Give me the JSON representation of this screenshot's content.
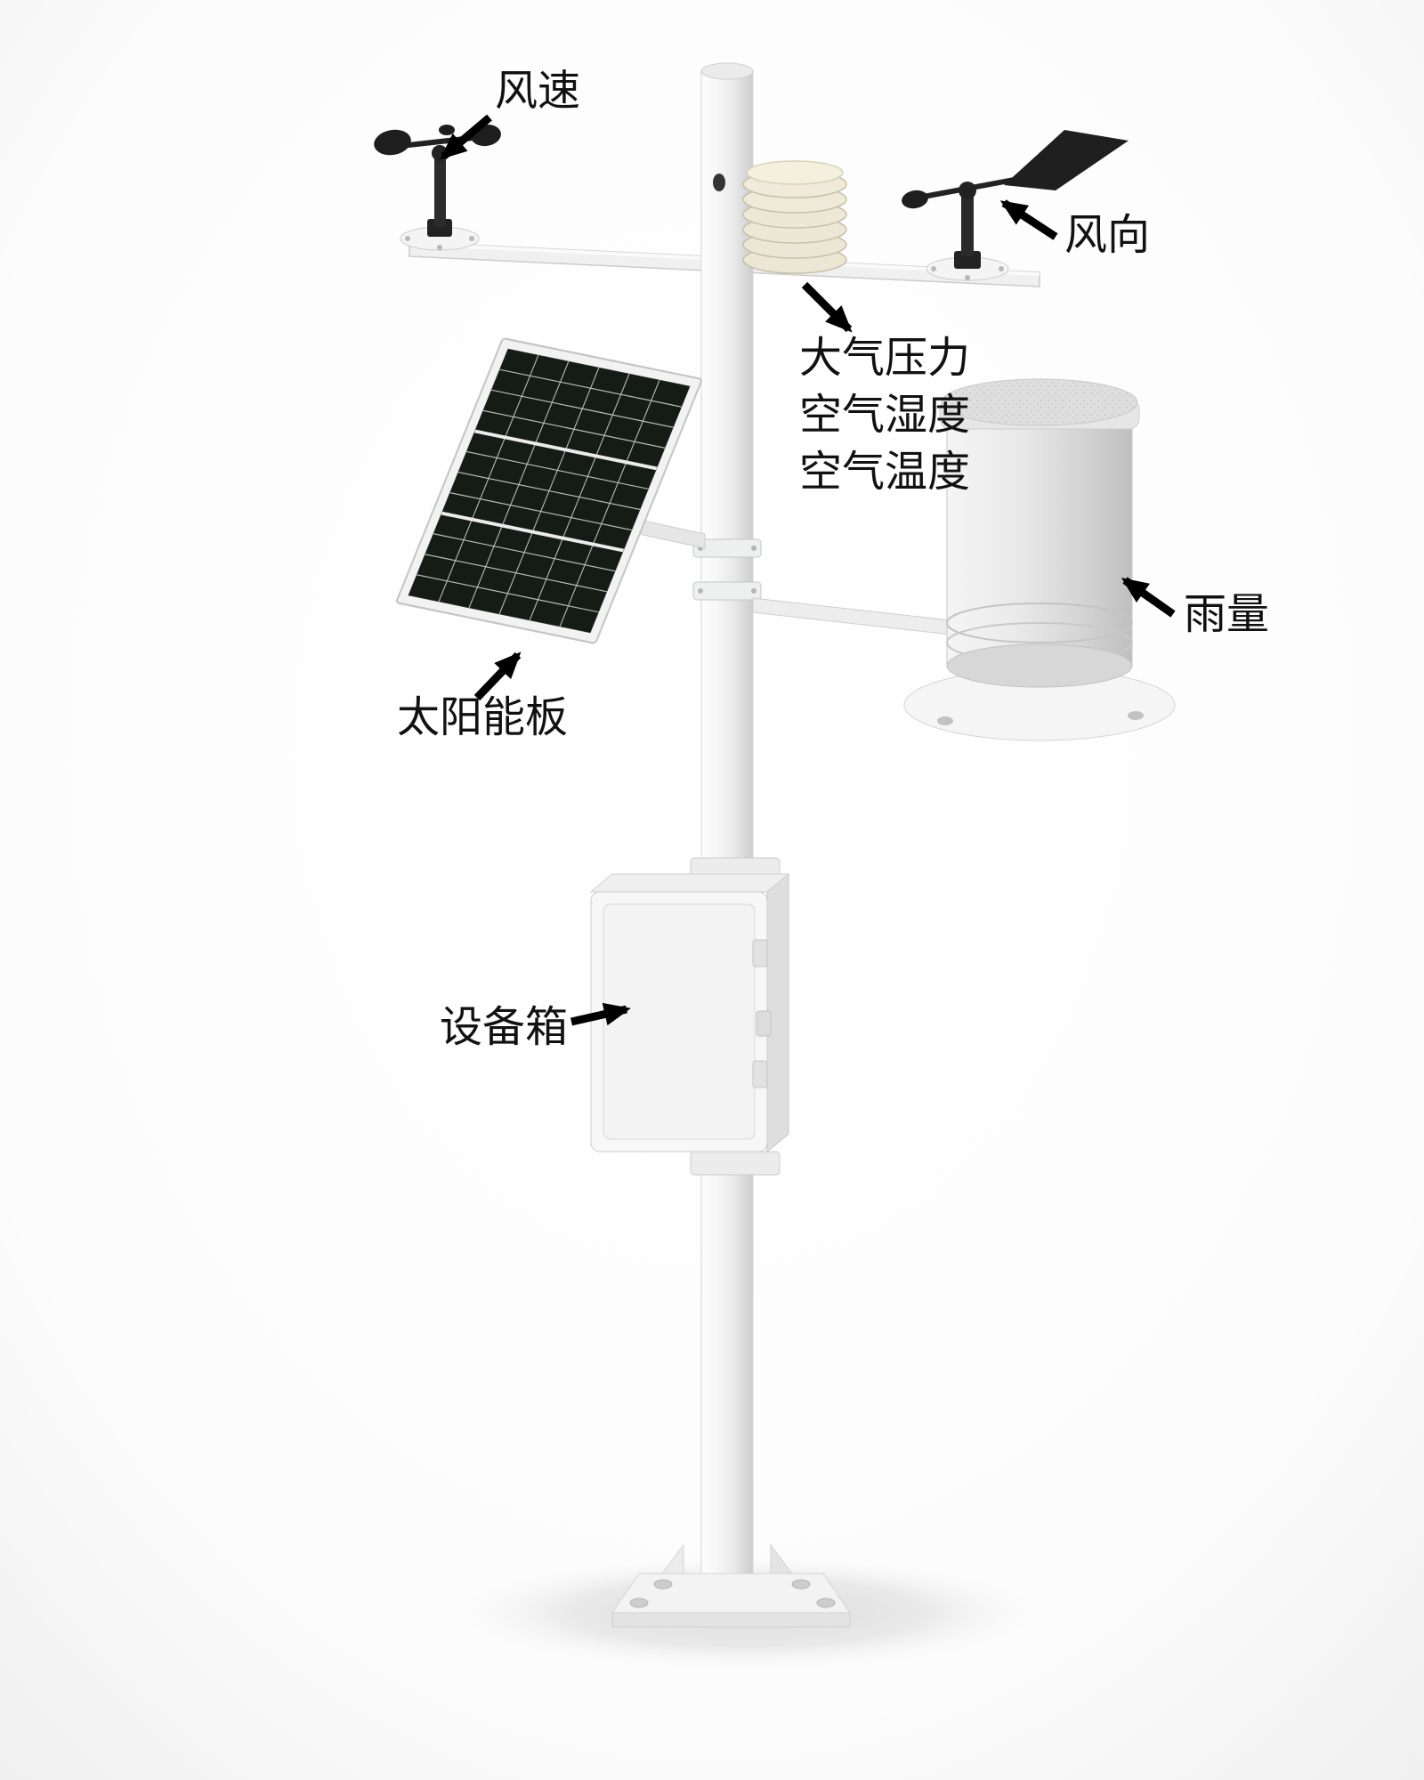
{
  "figure": {
    "kind": "weather-station-annotated-diagram"
  },
  "labels": {
    "wind_speed": "风速",
    "wind_direction": "风向",
    "atmo_group": {
      "line1": "大气压力",
      "line2": "空气湿度",
      "line3": "空气温度"
    },
    "rainfall": "雨量",
    "solar_panel": "太阳能板",
    "equipment_box": "设备箱"
  },
  "colors": {
    "background": "#ffffff",
    "label_text": "#111111",
    "arrow": "#000000",
    "pole": "#f2f2f2",
    "dark_sensor": "#262626",
    "radiation_shield": "#ebe7d4",
    "solar_cell": "#151c15",
    "rain_gauge": "#e0e0e0",
    "equipment_box": "#f6f6f6"
  }
}
